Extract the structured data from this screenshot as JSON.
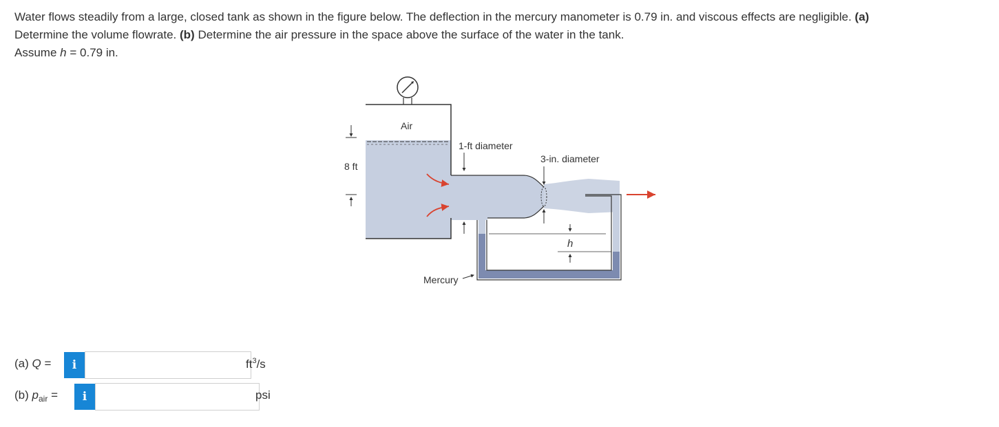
{
  "question": {
    "line1_pre": "Water flows steadily from a large, closed tank as shown in the figure below. The deflection in the mercury manometer is 0.79 in. and viscous effects are negligible.",
    "part_a_marker": "(a)",
    "line2_pre": "Determine the volume flowrate.",
    "part_b_marker": "(b)",
    "line2_post": "Determine the air pressure in the space above the surface of the water in the tank.",
    "assume_pre": "Assume",
    "assume_var": "h",
    "assume_post": "= 0.79 in."
  },
  "figure": {
    "air": "Air",
    "pipe_diameter": "1-ft diameter",
    "throat_diameter": "3-in. diameter",
    "depth": "8 ft",
    "h_label": "h",
    "mercury": "Mercury"
  },
  "answers": [
    {
      "prefix": "(a)",
      "variable": "Q",
      "subscript": "",
      "equals": "=",
      "info_icon": "i",
      "value": "",
      "unit_base": "ft",
      "unit_sup": "3",
      "unit_tail": "/s"
    },
    {
      "prefix": "(b)",
      "variable": "p",
      "subscript": "air",
      "equals": "=",
      "info_icon": "i",
      "value": "",
      "unit_base": "psi",
      "unit_sup": "",
      "unit_tail": ""
    }
  ],
  "colors": {
    "info_button": "#1786d6",
    "water": "#c6cfe0",
    "mercury": "#7d8bb0"
  }
}
